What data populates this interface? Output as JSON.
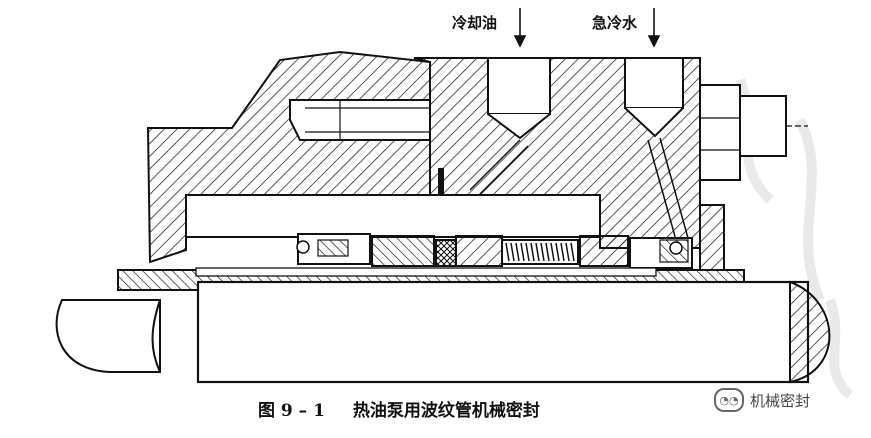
{
  "labels": {
    "cooling_oil": "冷却油",
    "quench": "急冷水"
  },
  "caption": {
    "figure_number": "图 9 – 1",
    "title": "热油泵用波纹管机械密封"
  },
  "watermark": {
    "icon": "wechat-icon",
    "text": "机械密封"
  },
  "colors": {
    "ink": "#111111",
    "paper": "#ffffff",
    "shade": "#9a9a9a"
  }
}
